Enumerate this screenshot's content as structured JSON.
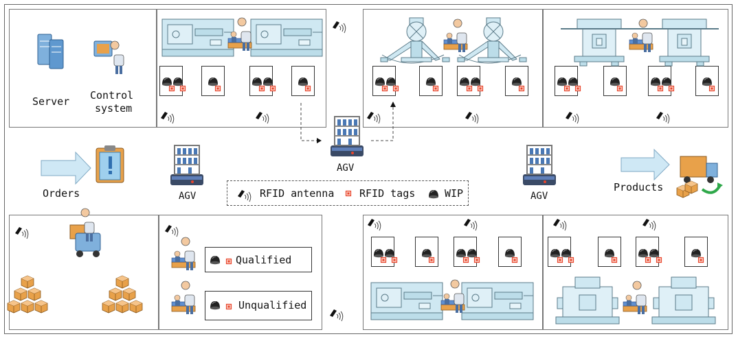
{
  "labels": {
    "server": "Server",
    "control_line1": "Control",
    "control_line2": "system",
    "orders": "Orders",
    "products": "Products",
    "agv_left": "AGV",
    "agv_center": "AGV",
    "agv_right": "AGV"
  },
  "legend": {
    "antenna": "RFID antenna",
    "tags": "RFID tags",
    "wip": "WIP"
  },
  "quality": {
    "qualified": "Qualified",
    "unqualified": "Unqualified"
  },
  "colors": {
    "machine_fill": "#cfe8f2",
    "machine_stroke": "#5a7a88",
    "tag_red": "#e8452c",
    "box_orange": "#e8a14a",
    "arrow_fill": "#cfe8f5",
    "agv_blue": "#4a78b4"
  }
}
